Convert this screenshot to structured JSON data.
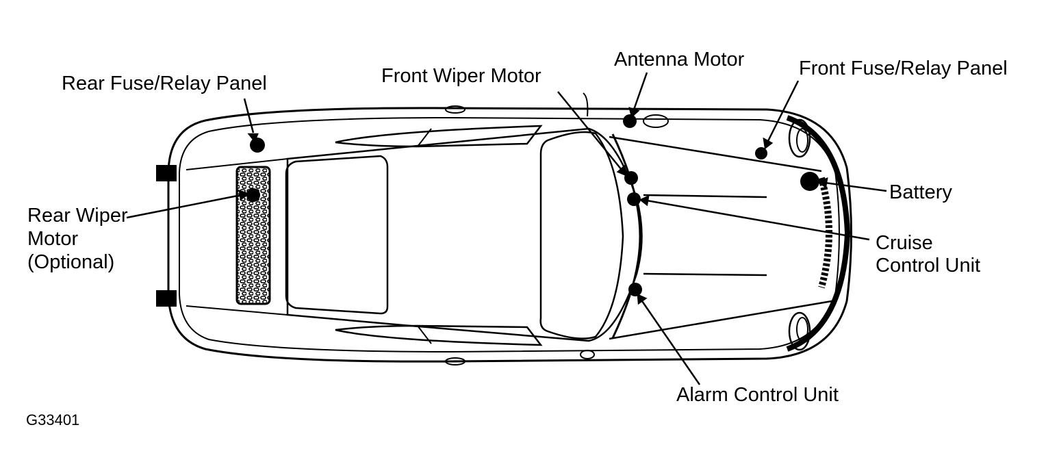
{
  "labels": {
    "rear_fuse_relay_panel": "Rear Fuse/Relay Panel",
    "front_wiper_motor": "Front Wiper Motor",
    "antenna_motor": "Antenna Motor",
    "front_fuse_relay_panel": "Front Fuse/Relay Panel",
    "battery": "Battery",
    "rear_wiper_motor_line1": "Rear Wiper",
    "rear_wiper_motor_line2": "Motor",
    "rear_wiper_motor_line3": "(Optional)",
    "cruise_control_unit_line1": "Cruise",
    "cruise_control_unit_line2": "Control Unit",
    "alarm_control_unit": "Alarm Control Unit"
  },
  "figure_id": "G33401",
  "colors": {
    "ink": "#000000",
    "paper": "#ffffff"
  }
}
